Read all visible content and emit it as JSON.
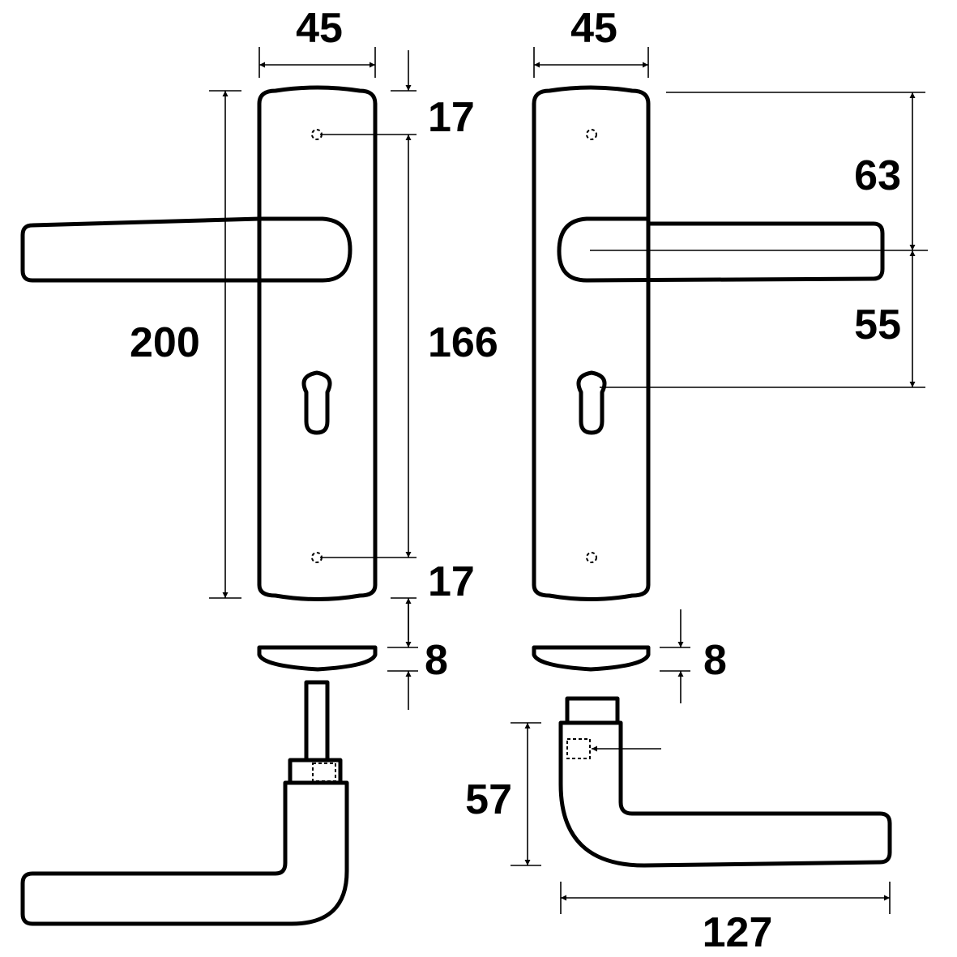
{
  "dimensions": {
    "left_plate_width": "45",
    "right_plate_width": "45",
    "top_screw_offset": "17",
    "screw_spacing": "166",
    "bottom_screw_offset": "17",
    "plate_height": "200",
    "spindle_to_top": "63",
    "spindle_to_keyhole": "55",
    "left_thickness": "8",
    "right_thickness": "8",
    "lever_height": "57",
    "lever_projection": "127"
  }
}
